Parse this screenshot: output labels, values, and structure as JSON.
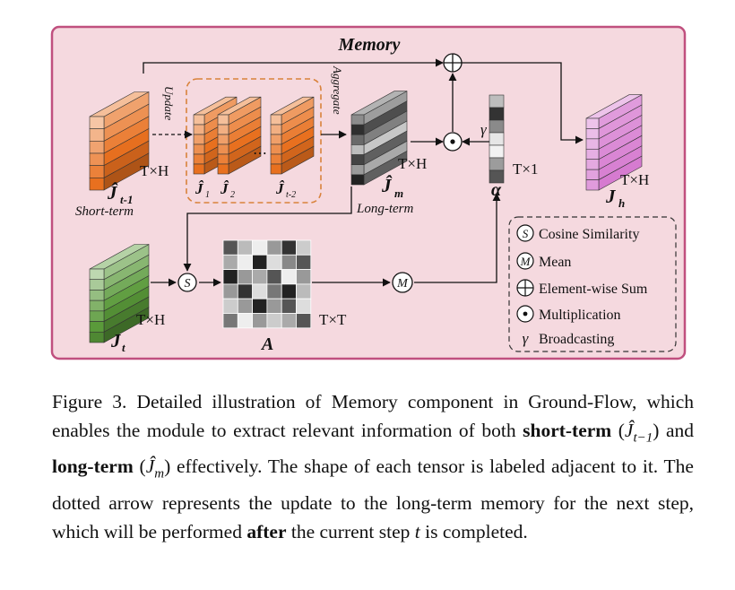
{
  "diagram": {
    "title": "Memory",
    "update_label": "Update",
    "aggregate_label": "Aggregate",
    "short_term_label": "Short-term",
    "long_term_label": "Long-term",
    "tensors": {
      "j_t1_main": "Ĵ",
      "j_t1_sub": "t-1",
      "j_t1_shape": "T×H",
      "j_1_main": "Ĵ",
      "j_1_sub": "1",
      "j_2_main": "Ĵ",
      "j_2_sub": "2",
      "j_t2_main": "Ĵ",
      "j_t2_sub": "t-2",
      "j_m_main": "Ĵ",
      "j_m_sub": "m",
      "j_m_shape": "T×H",
      "alpha": "α",
      "alpha_shape": "T×1",
      "j_h_main": "J",
      "j_h_sub": "h",
      "j_h_shape": "T×H",
      "j_t_main": "J",
      "j_t_sub": "t",
      "j_t_shape": "T×H",
      "a_main": "A",
      "a_shape": "T×T",
      "gamma": "γ",
      "dots": "⋯"
    },
    "legend": [
      {
        "symbol": "S",
        "label": "Cosine Similarity"
      },
      {
        "symbol": "M",
        "label": "Mean"
      },
      {
        "symbol": "plus",
        "label": "Element-wise Sum"
      },
      {
        "symbol": "dot",
        "label": "Multiplication"
      },
      {
        "symbol": "γ",
        "label": "Broadcasting"
      }
    ],
    "colors": {
      "panel_fill": "#f5d9df",
      "panel_border": "#c0507f",
      "short_term": "#e8701f",
      "long_term": "#555555",
      "j_h": "#d67ad0",
      "j_t": "#5a9a3a",
      "dashed_box": "#d9823b"
    }
  },
  "caption": {
    "p1": "Figure 3. Detailed illustration of Memory component in Ground-Flow, which enables the module to extract relevant information of both ",
    "short_term": "short-term",
    "open1": " (",
    "short_math": "Ĵ",
    "short_math_sub": "t−1",
    "mid": ") and ",
    "long_term": "long-term",
    "open2": " (",
    "long_math": "Ĵ",
    "long_math_sub": "m",
    "p2": ") effectively. The shape of each tensor is labeled adjacent to it. The dotted arrow represents the update to the long-term memory for the next step, which will be performed ",
    "after": "after",
    "p3": " the current step ",
    "t": "t",
    "p4": " is completed."
  }
}
